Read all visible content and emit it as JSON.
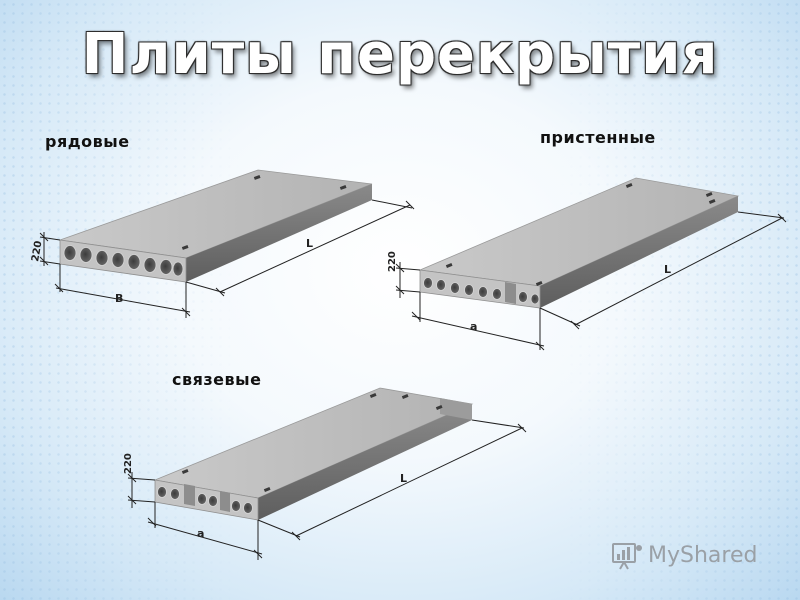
{
  "title": "Плиты перекрытия",
  "slabs": {
    "ryadovye": {
      "label": "рядовые",
      "height": "220",
      "length": "L",
      "width": "B"
    },
    "pristennye": {
      "label": "пристенные",
      "height": "220",
      "length": "L",
      "width": "a"
    },
    "svyazevye": {
      "label": "связевые",
      "height": "220",
      "length": "L",
      "width": "a"
    }
  },
  "logo": {
    "text": "MyShared",
    "icon": "presentation-board-icon"
  },
  "colors": {
    "slab_top": "#bfbfbf",
    "slab_side": "#7a7a7a",
    "slab_front": "#c6c6c6",
    "hole": "#4d4d4d"
  }
}
